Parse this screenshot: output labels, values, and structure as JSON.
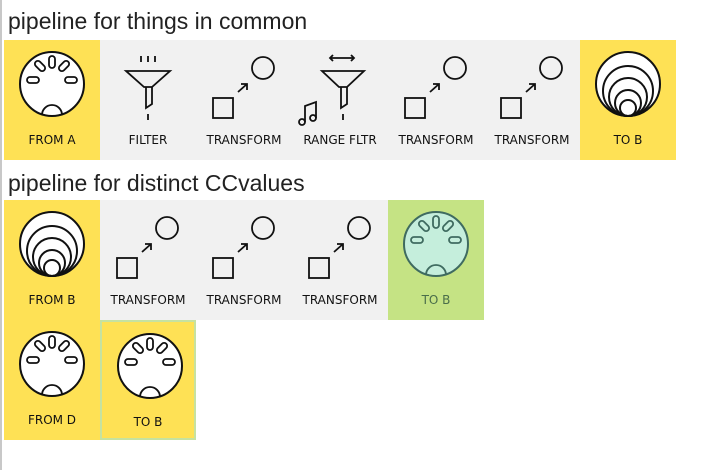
{
  "sections": [
    {
      "title": "pipeline for things in common",
      "rows": [
        [
          {
            "label": "FROM A",
            "icon": "midi-din-icon",
            "kind": "io"
          },
          {
            "label": "FILTER",
            "icon": "filter-icon",
            "kind": "step"
          },
          {
            "label": "TRANSFORM",
            "icon": "transform-icon",
            "kind": "step"
          },
          {
            "label": "RANGE FLTR",
            "icon": "range-filter-icon",
            "kind": "step"
          },
          {
            "label": "TRANSFORM",
            "icon": "transform-icon",
            "kind": "step"
          },
          {
            "label": "TRANSFORM",
            "icon": "transform-icon",
            "kind": "step"
          },
          {
            "label": "TO B",
            "icon": "speaker-jack-icon",
            "kind": "io"
          }
        ]
      ]
    },
    {
      "title": "pipeline for distinct CCvalues",
      "rows": [
        [
          {
            "label": "FROM B",
            "icon": "speaker-jack-icon",
            "kind": "io"
          },
          {
            "label": "TRANSFORM",
            "icon": "transform-icon",
            "kind": "step"
          },
          {
            "label": "TRANSFORM",
            "icon": "transform-icon",
            "kind": "step"
          },
          {
            "label": "TRANSFORM",
            "icon": "transform-icon",
            "kind": "step"
          },
          {
            "label": "TO B",
            "icon": "midi-din-icon",
            "kind": "active"
          }
        ],
        [
          {
            "label": "FROM D",
            "icon": "midi-din-icon",
            "kind": "io"
          },
          {
            "label": "TO B",
            "icon": "midi-din-icon",
            "kind": "io sel"
          }
        ]
      ]
    }
  ],
  "colors": {
    "io": "#fee155",
    "step": "#f1f1f1",
    "active": "#c5e384",
    "active_fill": "#c5eedc"
  }
}
